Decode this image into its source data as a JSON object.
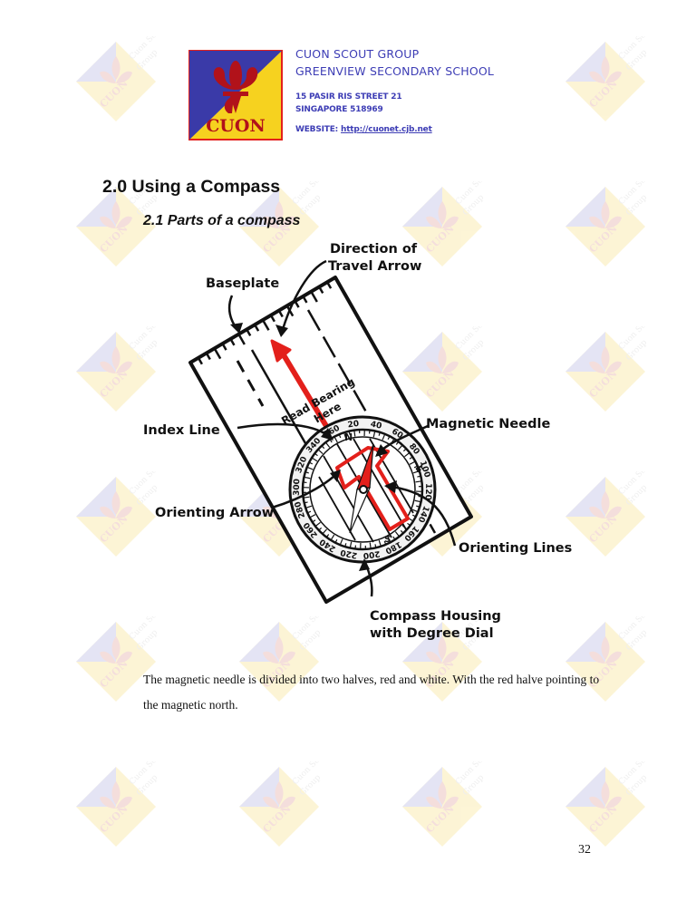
{
  "header": {
    "org_line1": "CUON SCOUT GROUP",
    "org_line2": "GREENVIEW SECONDARY SCHOOL",
    "address_line1": "15 PASIR RIS STREET 21",
    "address_line2": "SINGAPORE 518969",
    "website_label": "WEBSITE:",
    "website_url": "http://cuonet.cjb.net",
    "logo_text": "CUON"
  },
  "watermark": {
    "line1": "Cuon Scout",
    "line2": "Group",
    "badge": "CUON"
  },
  "section": {
    "title": "2.0 Using a Compass",
    "subtitle": "2.1 Parts of a compass"
  },
  "diagram": {
    "labels": {
      "direction_line1": "Direction of",
      "direction_line2": "Travel Arrow",
      "baseplate": "Baseplate",
      "index_line": "Index Line",
      "magnetic_needle": "Magnetic Needle",
      "orienting_arrow": "Orienting Arrow",
      "orienting_lines": "Orienting Lines",
      "housing_line1": "Compass Housing",
      "housing_line2": "with Degree Dial",
      "read_bearing_line1": "Read Bearing",
      "read_bearing_line2": "Here"
    },
    "dial_numbers": [
      "360",
      "20",
      "40",
      "60",
      "80",
      "100",
      "120",
      "140",
      "160",
      "180",
      "200",
      "220",
      "240",
      "260",
      "280",
      "300",
      "320",
      "340"
    ],
    "cardinal": {
      "north": "N",
      "south": "S",
      "east": "E"
    }
  },
  "paragraph": "The magnetic needle is divided into two halves, red and white. With the red halve pointing to the magnetic north.",
  "page_number": "32",
  "colors": {
    "header_text": "#3d3db5",
    "red": "#e3201b",
    "logo_blue": "#3a3aa8",
    "logo_yellow": "#f6d21f"
  }
}
